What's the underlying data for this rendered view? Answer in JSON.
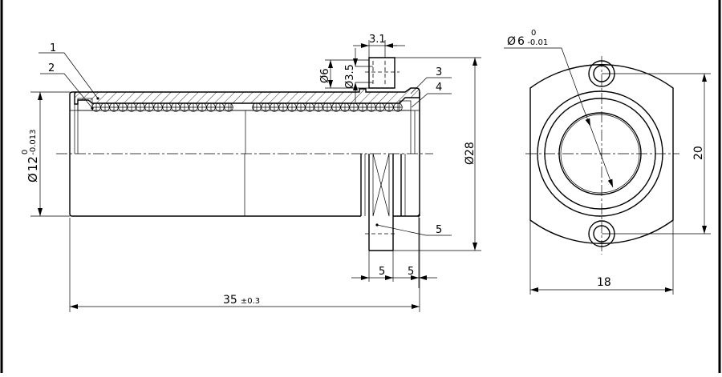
{
  "drawing": {
    "balloons": [
      "1",
      "2",
      "3",
      "4",
      "5"
    ],
    "dimensions": {
      "bore_diameter": {
        "symbol": "Ø",
        "value": "12",
        "upper": "0",
        "lower": "-0.013"
      },
      "length": {
        "value": "35",
        "tolerance": "±0.3"
      },
      "outer_diameter": "Ø28",
      "tab_width": "3.1",
      "tab_diameter": "Ø6",
      "tab_hole_diameter": "Ø3.5",
      "gap_left": "5",
      "gap_right": "5",
      "shaft_diameter": {
        "symbol": "Ø",
        "value": "6",
        "upper": "0",
        "lower": "-0.01"
      },
      "hole_spacing": "20",
      "flange_width": "18"
    }
  }
}
